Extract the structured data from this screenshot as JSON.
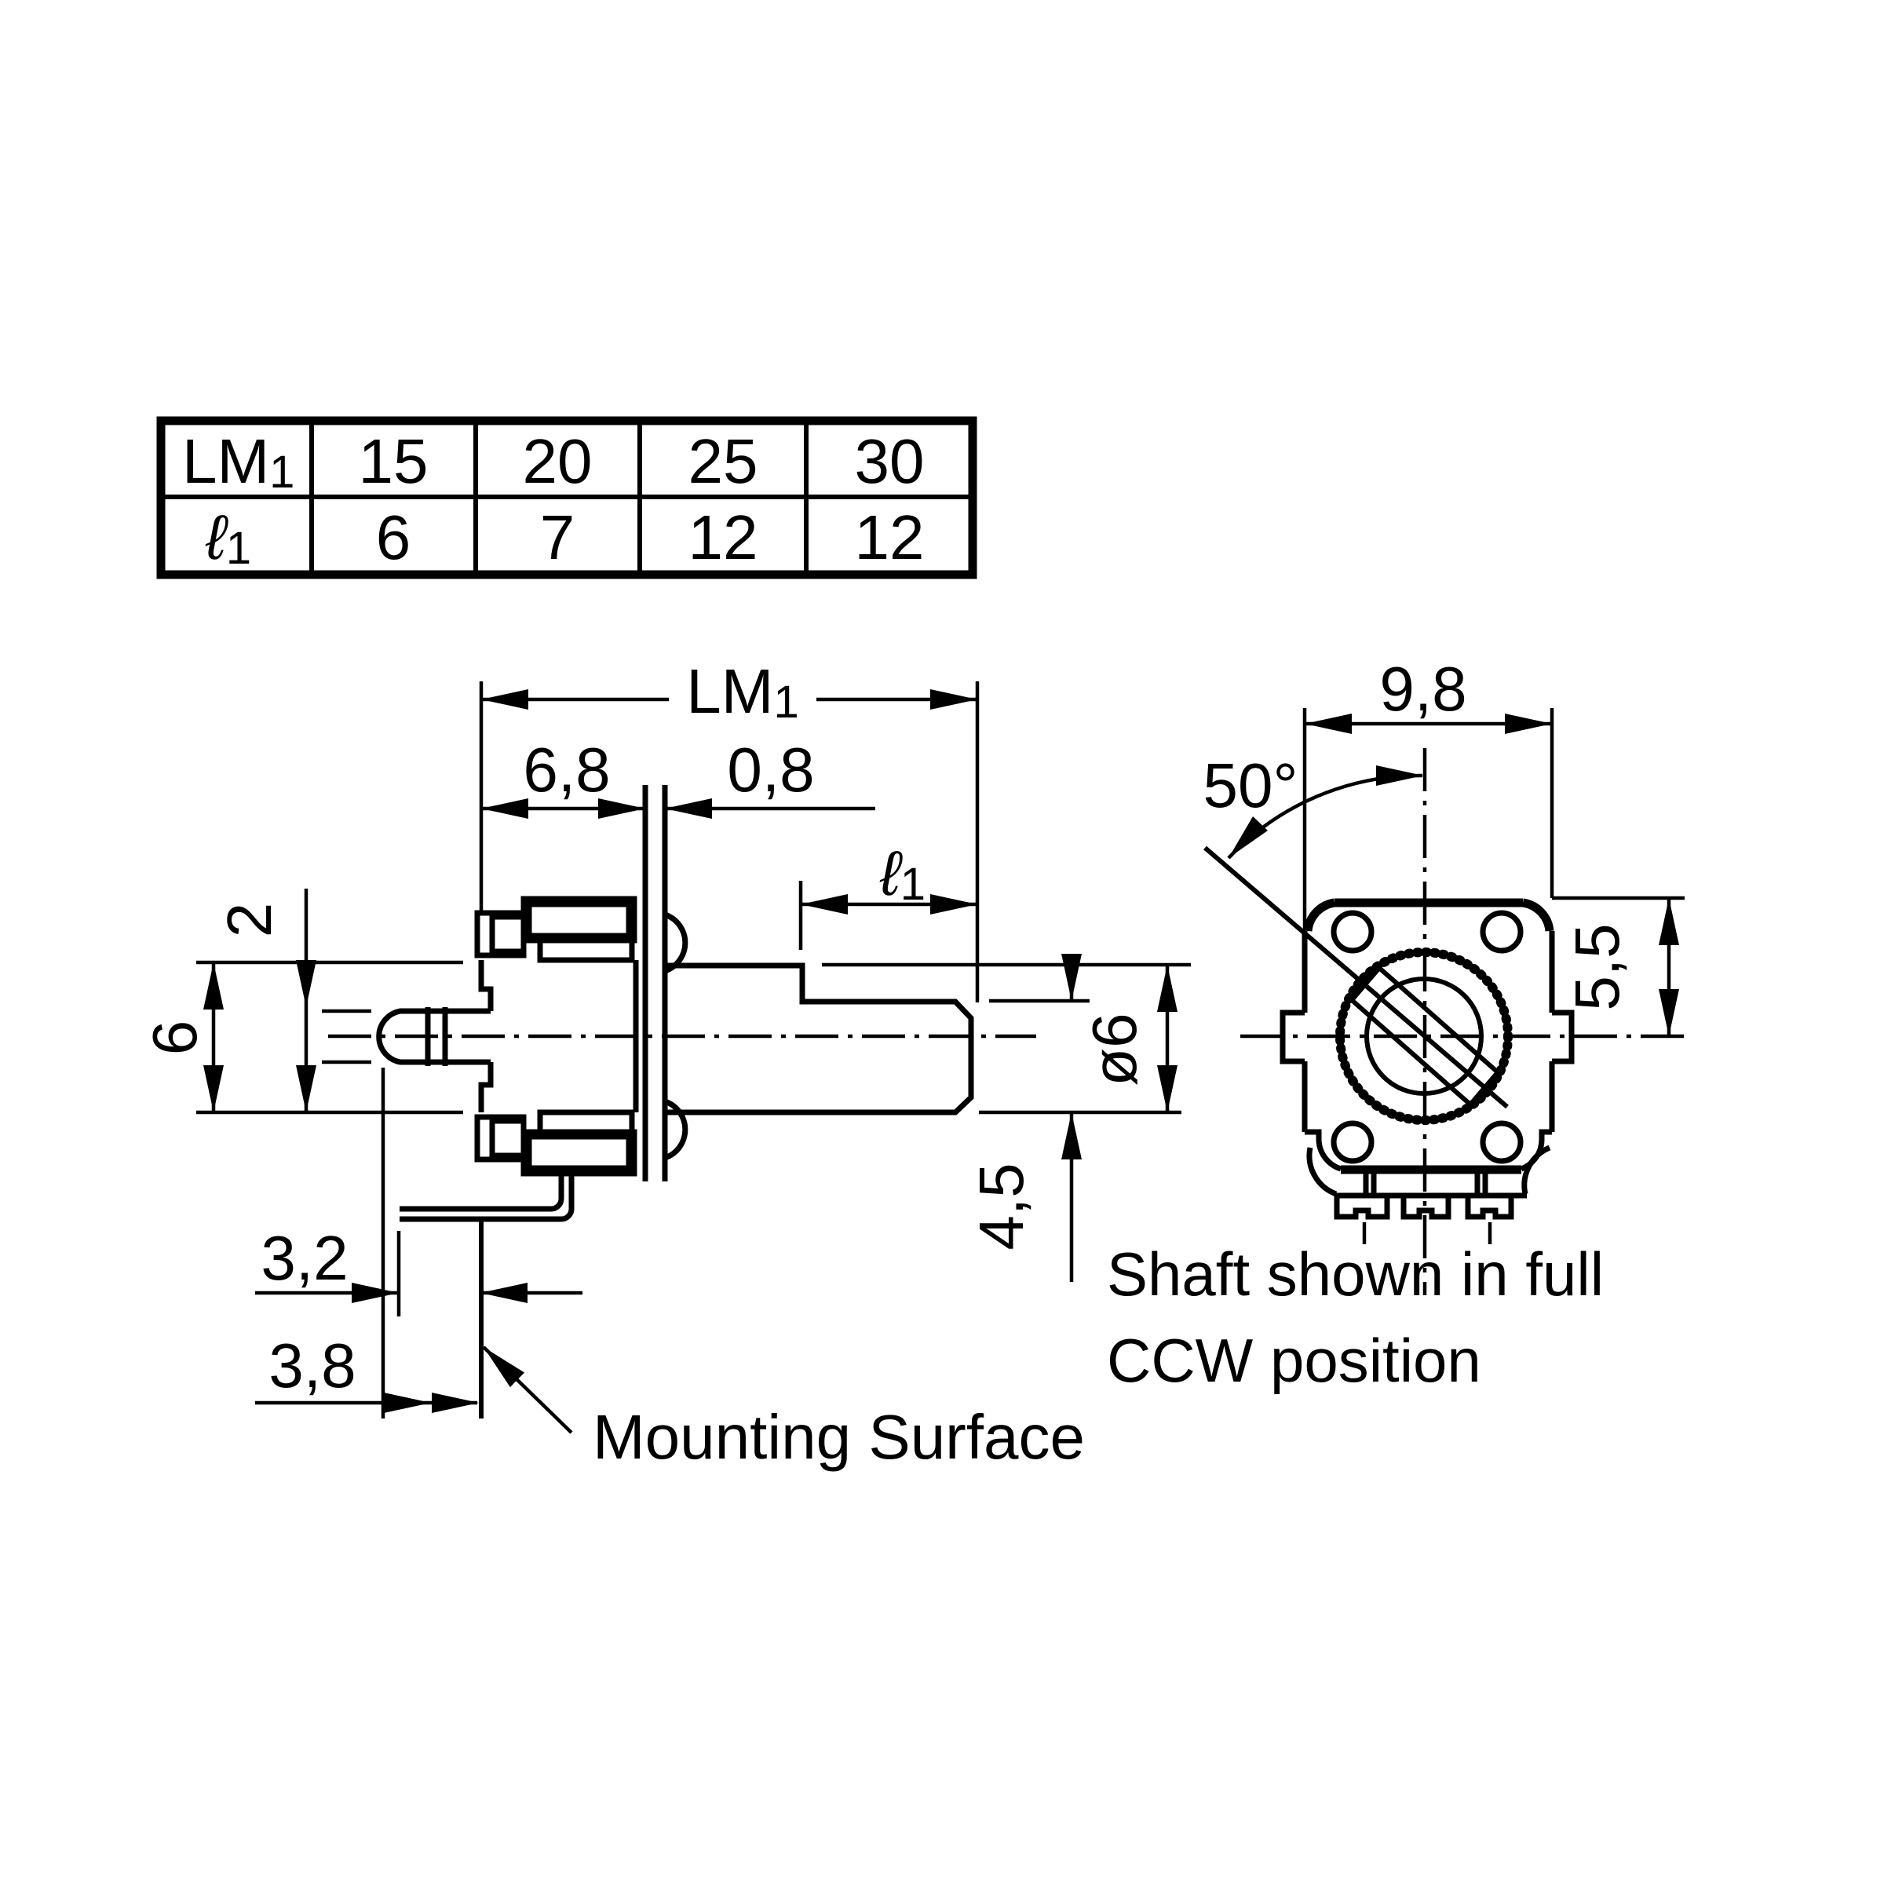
{
  "colors": {
    "ink": "#000000",
    "paper": "#ffffff"
  },
  "table": {
    "row1": {
      "head": "LM",
      "head_sub": "1",
      "c1": "15",
      "c2": "20",
      "c3": "25",
      "c4": "30"
    },
    "row2": {
      "head": "ℓ",
      "head_sub": "1",
      "c1": "6",
      "c2": "7",
      "c3": "12",
      "c4": "12"
    }
  },
  "side": {
    "lm": "LM",
    "lm_sub": "1",
    "d68": "6,8",
    "d08": "0,8",
    "l1": "ℓ",
    "l1_sub": "1",
    "d2": "2",
    "d6": "6",
    "dia": "ø6",
    "d45": "4,5",
    "d32": "3,2",
    "d38": "3,8",
    "mounting": "Mounting Surface"
  },
  "front": {
    "d98": "9,8",
    "angle": "50°",
    "d55": "5,5",
    "note1": "Shaft shown in full",
    "note2": "CCW position"
  }
}
